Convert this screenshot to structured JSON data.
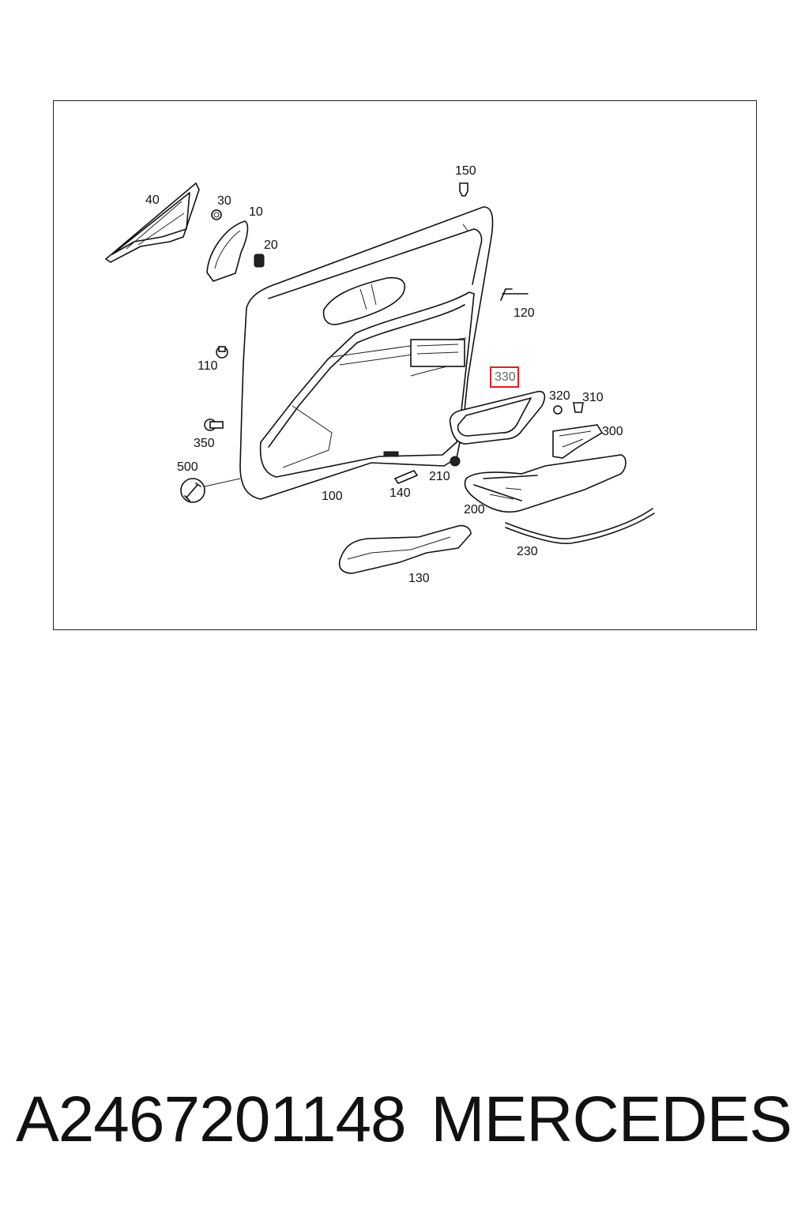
{
  "callouts": {
    "c10": "10",
    "c20": "20",
    "c30": "30",
    "c40": "40",
    "c100": "100",
    "c110": "110",
    "c120": "120",
    "c130": "130",
    "c140": "140",
    "c150": "150",
    "c200": "200",
    "c210": "210",
    "c230": "230",
    "c300": "300",
    "c310": "310",
    "c320": "320",
    "c330": "330",
    "c350": "350",
    "c500": "500"
  },
  "highlighted_callout": "330",
  "footer": {
    "part_number": "A2467201148",
    "brand": "MERCEDES"
  },
  "colors": {
    "highlight_border": "#e02020",
    "line": "#111111"
  }
}
